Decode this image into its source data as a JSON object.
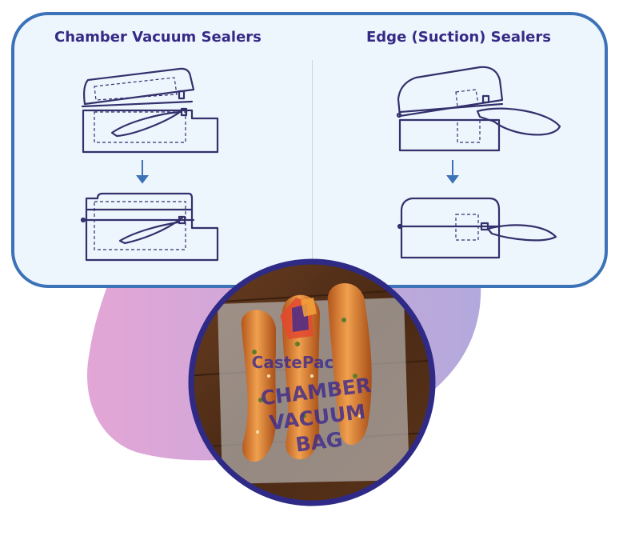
{
  "headings": {
    "left": "Chamber Vacuum Sealers",
    "right": "Edge (Suction) Sealers"
  },
  "bag_label": {
    "brand": "CastePac",
    "line1": "CHAMBER",
    "line2": "VACUUM",
    "line3": "BAG"
  },
  "colors": {
    "panel_border": "#3b72b8",
    "panel_fill": "#eef6fd",
    "heading": "#352a86",
    "photo_ring": "#2e2a86",
    "blob_left": "#e3a6d6",
    "blob_right": "#b3a9dc"
  }
}
